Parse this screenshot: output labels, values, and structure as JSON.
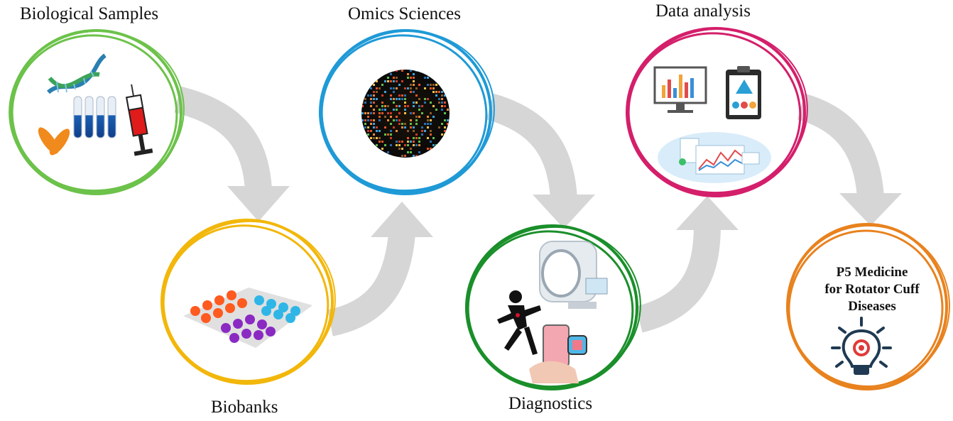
{
  "stages": {
    "biological_samples": {
      "label": "Biological Samples",
      "color": "#6cc24a"
    },
    "biobanks": {
      "label": "Biobanks",
      "color": "#f2b70b"
    },
    "omics_sciences": {
      "label": "Omics Sciences",
      "color": "#1f9ad6"
    },
    "diagnostics": {
      "label": "Diagnostics",
      "color": "#1a8f2a"
    },
    "data_analysis": {
      "label": "Data analysis",
      "color": "#d41f6b"
    }
  },
  "final": {
    "lines": [
      "P5 Medicine",
      "for Rotator Cuff",
      "Diseases"
    ],
    "color": "#e8821e"
  },
  "arrow_color": "#d6d6d6",
  "icons": [
    "dna-icon",
    "chromosome-icon",
    "test-tubes-icon",
    "syringe-icon",
    "sample-rack-icon",
    "heatmap-icon",
    "mri-scanner-icon",
    "runner-icon",
    "smartphone-icon",
    "smartwatch-icon",
    "monitor-chart-icon",
    "clipboard-report-icon",
    "dashboard-icon",
    "lightbulb-target-icon"
  ]
}
